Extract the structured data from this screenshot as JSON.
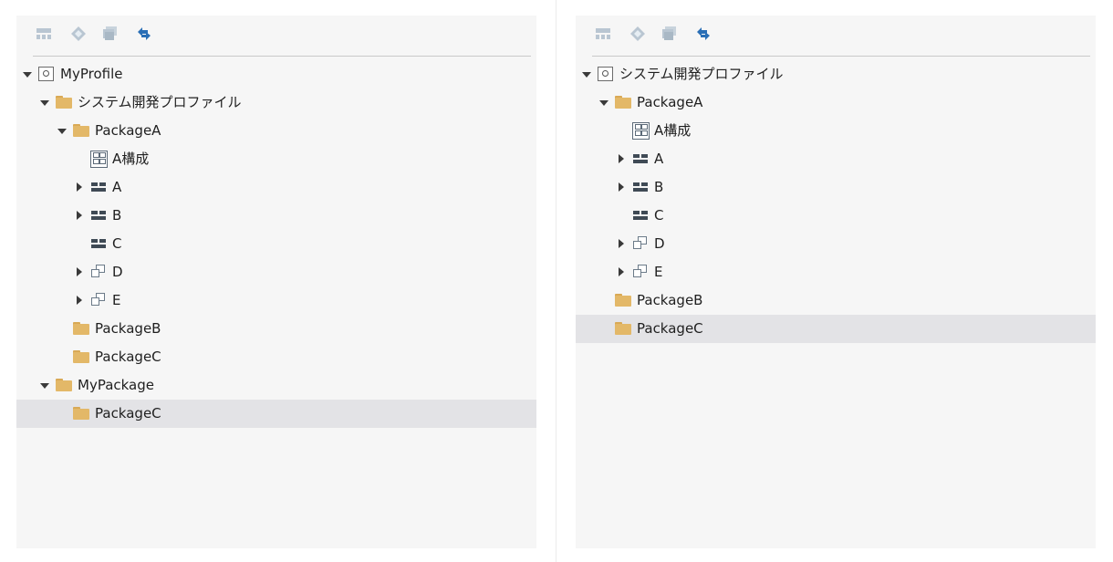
{
  "left_panel": {
    "toolbar": {
      "buttons": [
        "layout-icon",
        "diamond-icon",
        "stack-icon",
        "sync-icon"
      ]
    },
    "tree": [
      {
        "id": "myprofile",
        "label": "MyProfile",
        "icon": "profile",
        "depth": 0,
        "state": "expanded"
      },
      {
        "id": "sysdev",
        "label": "システム開発プロファイル",
        "icon": "folder",
        "depth": 1,
        "state": "expanded"
      },
      {
        "id": "pkga",
        "label": "PackageA",
        "icon": "folder",
        "depth": 2,
        "state": "expanded"
      },
      {
        "id": "a-kosei",
        "label": "A構成",
        "icon": "diagram",
        "depth": 3,
        "state": "leaf"
      },
      {
        "id": "a",
        "label": "A",
        "icon": "block",
        "depth": 3,
        "state": "collapsed"
      },
      {
        "id": "b",
        "label": "B",
        "icon": "block",
        "depth": 3,
        "state": "collapsed"
      },
      {
        "id": "c",
        "label": "C",
        "icon": "block",
        "depth": 3,
        "state": "leaf"
      },
      {
        "id": "d",
        "label": "D",
        "icon": "comp",
        "depth": 3,
        "state": "collapsed"
      },
      {
        "id": "e",
        "label": "E",
        "icon": "comp",
        "depth": 3,
        "state": "collapsed"
      },
      {
        "id": "pkgb",
        "label": "PackageB",
        "icon": "folder",
        "depth": 2,
        "state": "leaf"
      },
      {
        "id": "pkgc",
        "label": "PackageC",
        "icon": "folder",
        "depth": 2,
        "state": "leaf"
      },
      {
        "id": "mypackage",
        "label": "MyPackage",
        "icon": "folder",
        "depth": 1,
        "state": "expanded"
      },
      {
        "id": "mypackage-pkgc",
        "label": "PackageC",
        "icon": "folder",
        "depth": 2,
        "state": "leaf",
        "selected": true
      }
    ]
  },
  "right_panel": {
    "toolbar": {
      "buttons": [
        "layout-icon",
        "diamond-icon",
        "stack-icon",
        "sync-icon"
      ]
    },
    "tree": [
      {
        "id": "sysdev",
        "label": "システム開発プロファイル",
        "icon": "profile",
        "depth": 0,
        "state": "expanded"
      },
      {
        "id": "pkga",
        "label": "PackageA",
        "icon": "folder",
        "depth": 1,
        "state": "expanded"
      },
      {
        "id": "a-kosei",
        "label": "A構成",
        "icon": "diagram",
        "depth": 2,
        "state": "leaf"
      },
      {
        "id": "a",
        "label": "A",
        "icon": "block",
        "depth": 2,
        "state": "collapsed"
      },
      {
        "id": "b",
        "label": "B",
        "icon": "block",
        "depth": 2,
        "state": "collapsed"
      },
      {
        "id": "c",
        "label": "C",
        "icon": "block",
        "depth": 2,
        "state": "leaf"
      },
      {
        "id": "d",
        "label": "D",
        "icon": "comp",
        "depth": 2,
        "state": "collapsed"
      },
      {
        "id": "e",
        "label": "E",
        "icon": "comp",
        "depth": 2,
        "state": "collapsed"
      },
      {
        "id": "pkgb",
        "label": "PackageB",
        "icon": "folder",
        "depth": 1,
        "state": "leaf"
      },
      {
        "id": "pkgc",
        "label": "PackageC",
        "icon": "folder",
        "depth": 1,
        "state": "leaf",
        "selected": true
      }
    ]
  },
  "colors": {
    "panel_bg": "#f6f6f6",
    "selection_bg": "#e3e3e6",
    "folder": "#e3b868",
    "toolbar_icon_inactive": "#b9c6d2",
    "toolbar_icon_active": "#2a6fb6"
  }
}
